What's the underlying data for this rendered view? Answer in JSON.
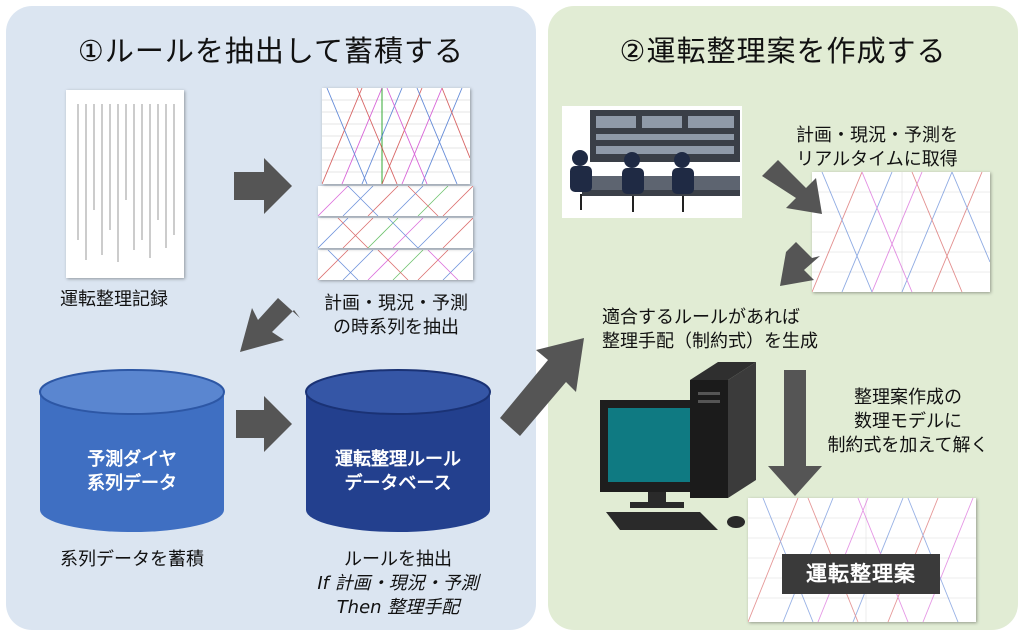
{
  "panel_left": {
    "title": "①ルールを抽出して蓄積する",
    "record_label": "運転整理記録",
    "extract_label": [
      "計画・現況・予測",
      "の時系列を抽出"
    ],
    "db_forecast": [
      "予測ダイヤ",
      "系列データ"
    ],
    "db_rules": [
      "運転整理ルール",
      "データベース"
    ],
    "store_label": "系列データを蓄積",
    "rule_label": [
      "ルールを抽出",
      "If 計画・現況・予測",
      "Then 整理手配"
    ]
  },
  "panel_right": {
    "title": "②運転整理案を作成する",
    "realtime_label": [
      "計画・現況・予測を",
      "リアルタイムに取得"
    ],
    "constraint_label": [
      "適合するルールがあれば",
      "整理手配（制約式）を生成"
    ],
    "model_label": [
      "整理案作成の",
      "数理モデルに",
      "制約式を加えて解く"
    ],
    "result_label": "運転整理案"
  },
  "colors": {
    "panel_left_bg": "#dbe5f1",
    "panel_right_bg": "#e1ecd4",
    "cylinder_blue": "#3f6fc2",
    "cylinder_navy": "#23408e",
    "arrow_gray": "#555555"
  }
}
